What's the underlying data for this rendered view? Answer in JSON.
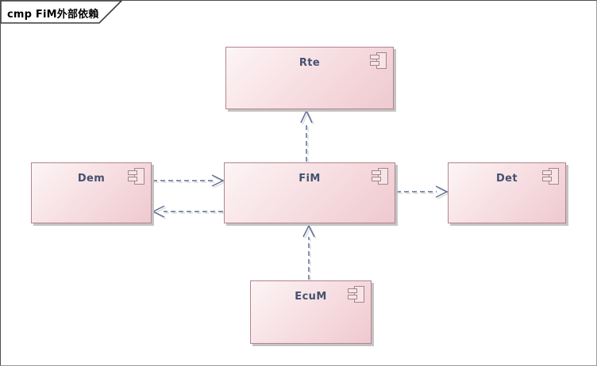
{
  "diagram": {
    "frame_label": "cmp FiM外部依賴",
    "kind": "uml-component-diagram",
    "colors": {
      "component_fill_light": "#fdf5f6",
      "component_fill_dark": "#eec9d0",
      "component_border": "#b4848e",
      "component_text": "#44516f",
      "connector": "#5f6e95",
      "frame_text": "#000000",
      "shadow": "#c4c4c4",
      "background": "#ffffff"
    }
  },
  "components": [
    {
      "name": "Rte"
    },
    {
      "name": "Dem"
    },
    {
      "name": "FiM"
    },
    {
      "name": "Det"
    },
    {
      "name": "EcuM"
    }
  ],
  "connectors": [
    {
      "from": "FiM",
      "to": "Rte",
      "type": "dependency",
      "line": "dashed",
      "arrowhead": "open"
    },
    {
      "from": "Dem",
      "to": "FiM",
      "type": "dependency",
      "line": "dashed",
      "arrowhead": "open"
    },
    {
      "from": "FiM",
      "to": "Dem",
      "type": "dependency",
      "line": "dashed",
      "arrowhead": "open"
    },
    {
      "from": "FiM",
      "to": "Det",
      "type": "dependency",
      "line": "dashed",
      "arrowhead": "open"
    },
    {
      "from": "EcuM",
      "to": "FiM",
      "type": "dependency",
      "line": "dashed",
      "arrowhead": "open"
    }
  ]
}
